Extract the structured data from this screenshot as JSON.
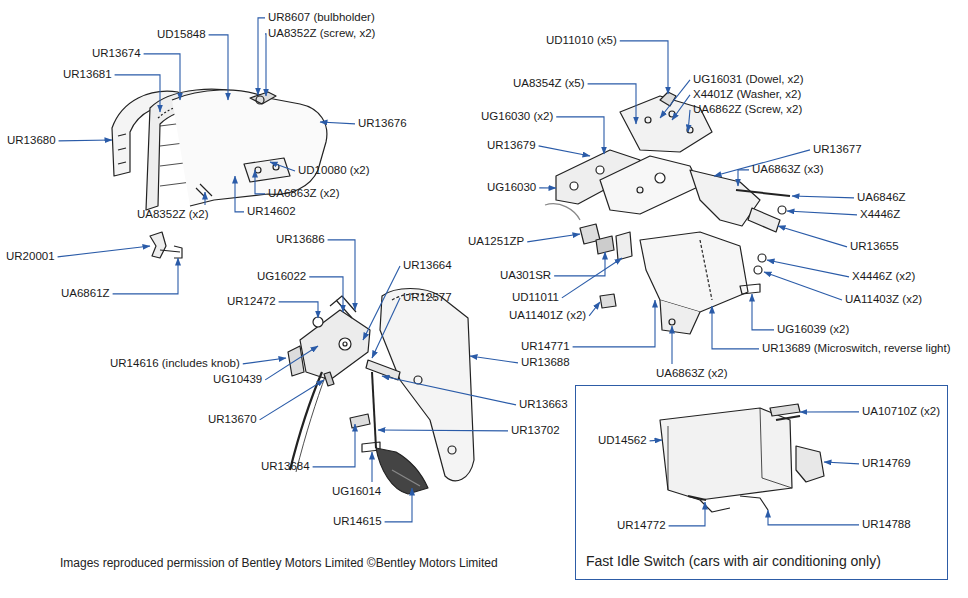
{
  "diagram": {
    "caption": "Images reproduced permission of Bentley Motors Limited ©Bentley Motors Limited",
    "nodes": [
      {
        "text": [
          "Fast Idle Switch (cars with air conditioning only)"
        ]
      }
    ],
    "labels": [
      "UD15848",
      "UR8607 (bulbholder)",
      "UA8352Z (screw, x2)",
      "UR13674",
      "UR13681",
      "UR13676",
      "UR13680",
      "UD10080 (x2)",
      "UA6863Z (x2)",
      "UA8352Z (x2)",
      "UR14602",
      "UR20001",
      "UA6861Z",
      "UR13686",
      "UG16022",
      "UR13664",
      "UR12472",
      "UR12577",
      "UR14616 (includes knob)",
      "UR13688",
      "UG10439",
      "UR13663",
      "UR13670",
      "UR13702",
      "UR13684",
      "UG16014",
      "UR14615",
      "UD11010 (x5)",
      "UA8354Z (x5)",
      "UG16031 (Dowel, x2)",
      "X4401Z (Washer, x2)",
      "UA6862Z (Screw, x2)",
      "UG16030 (x2)",
      "UR13677",
      "UR13679",
      "UA6863Z (x3)",
      "UG16030",
      "UA6846Z",
      "X4446Z",
      "UA1251ZP",
      "UR13655",
      "UA301SR",
      "X4446Z (x2)",
      "UD11011",
      "UA11403Z (x2)",
      "UA11401Z (x2)",
      "UG16039 (x2)",
      "UR14771",
      "UR13689 (Microswitch, reverse light)",
      "UA6863Z (x2)",
      "UA10710Z (x2)",
      "UD14562",
      "UR14769",
      "UR14772",
      "UR14788"
    ]
  }
}
